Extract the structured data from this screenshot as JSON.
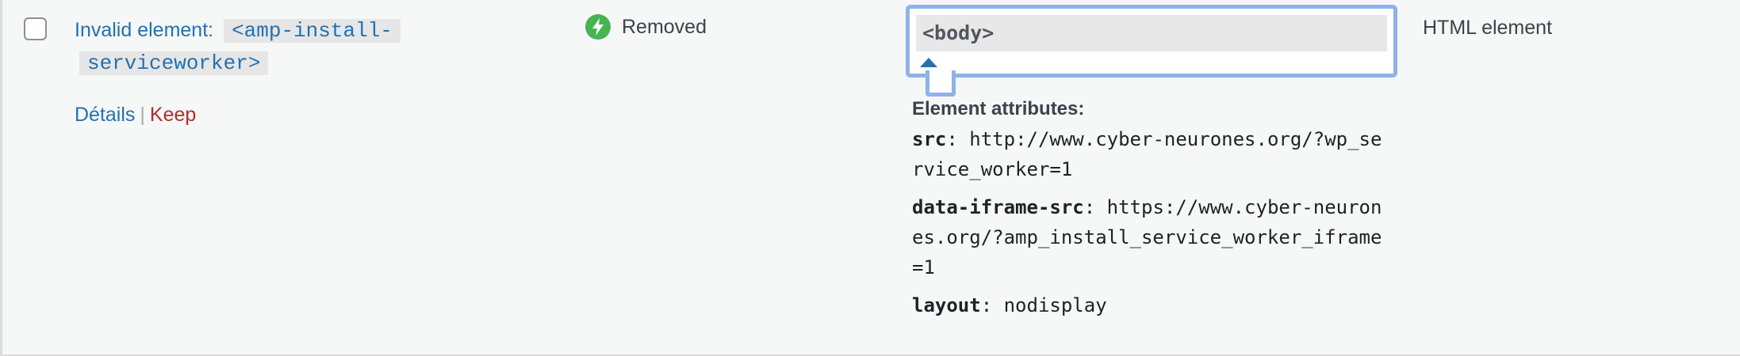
{
  "row": {
    "error": {
      "prefix": "Invalid element:",
      "code": "<amp-install-serviceworker>"
    },
    "actions": {
      "details_label": "Détails",
      "separator": "|",
      "keep_label": "Keep"
    },
    "status": {
      "label": "Removed",
      "icon": "lightning-bolt-icon",
      "icon_color": "#46b450"
    },
    "context": {
      "node": "<body>",
      "attributes_heading": "Element attributes:",
      "attributes": [
        {
          "name": "src",
          "value": "http://www.cyber-neurones.org/?wp_service_worker=1"
        },
        {
          "name": "data-iframe-src",
          "value": "https://www.cyber-neurones.org/?amp_install_service_worker_iframe=1"
        },
        {
          "name": "layout",
          "value": "nodisplay"
        }
      ]
    },
    "type": "HTML element"
  },
  "colors": {
    "link": "#2271b1",
    "keep": "#b32d2e",
    "focus_border": "#8fb2e8",
    "row_background": "#f6f7f7"
  }
}
